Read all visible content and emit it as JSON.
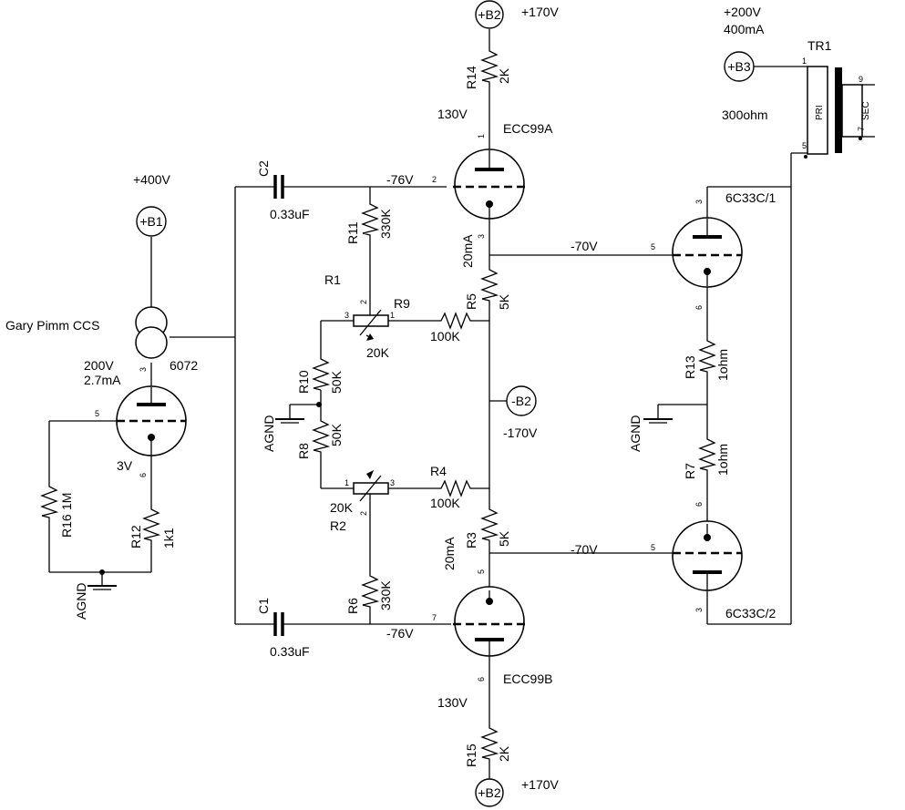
{
  "rails": {
    "b1": {
      "label": "+B1",
      "voltage": "+400V"
    },
    "b2_top": {
      "label": "+B2",
      "voltage": "+170V"
    },
    "b2_bottom": {
      "label": "+B2",
      "voltage": "+170V"
    },
    "b3": {
      "label": "+B3",
      "voltage": "+200V",
      "current": "400mA"
    },
    "neg_b2": {
      "label": "-B2",
      "voltage": "-170V"
    }
  },
  "tubes": {
    "ecc99a": {
      "name": "ECC99A",
      "pin_grid": "2",
      "pin_plate": "1",
      "pin_cathode": "3"
    },
    "ecc99b": {
      "name": "ECC99B",
      "pin_grid": "7",
      "pin_plate": "6",
      "pin_cathode": "5"
    },
    "c1": {
      "name": "6C33C/1",
      "pin_grid": "5",
      "pin_plate": "3",
      "pin_cathode": "6"
    },
    "c2": {
      "name": "6C33C/2",
      "pin_grid": "5",
      "pin_plate": "3",
      "pin_cathode": "6"
    },
    "t6072": {
      "name": "6072",
      "pin_grid": "5",
      "pin_plate": "3",
      "pin_cathode": "6"
    }
  },
  "ccs": {
    "name": "Gary Pimm CCS",
    "voltage": "200V",
    "current": "2.7mA"
  },
  "transformer": {
    "name": "TR1",
    "primary": "PRI",
    "secondary": "SEC",
    "impedance": "300ohm",
    "pin1": "1",
    "pin5": "5",
    "pin9": "9",
    "pin7": "7"
  },
  "resistors": {
    "r14": {
      "ref": "R14",
      "value": "2K"
    },
    "r15": {
      "ref": "R15",
      "value": "2K"
    },
    "r11": {
      "ref": "R11",
      "value": "330K"
    },
    "r6": {
      "ref": "R6",
      "value": "330K"
    },
    "r5": {
      "ref": "R5",
      "value": "5K"
    },
    "r3": {
      "ref": "R3",
      "value": "5K"
    },
    "r9": {
      "ref": "R9",
      "value": "100K"
    },
    "r4": {
      "ref": "R4",
      "value": "100K"
    },
    "r10": {
      "ref": "R10",
      "value": "50K"
    },
    "r8": {
      "ref": "R8",
      "value": "50K"
    },
    "r13": {
      "ref": "R13",
      "value": "1ohm"
    },
    "r7": {
      "ref": "R7",
      "value": "1ohm"
    },
    "r16": {
      "ref": "R16",
      "value": "1M"
    },
    "r12": {
      "ref": "R12",
      "value": "1k1"
    }
  },
  "pots": {
    "r1": {
      "ref": "R1",
      "value": "20K",
      "pin1": "1",
      "pin2": "2",
      "pin3": "3"
    },
    "r2": {
      "ref": "R2",
      "value": "20K",
      "pin1": "1",
      "pin2": "2",
      "pin3": "3"
    }
  },
  "capacitors": {
    "c2": {
      "ref": "C2",
      "value": "0.33uF"
    },
    "c1": {
      "ref": "C1",
      "value": "0.33uF"
    }
  },
  "voltages": {
    "ecc99a_plate": "130V",
    "ecc99b_plate": "130V",
    "ecc99a_grid": "-76V",
    "ecc99b_grid": "-76V",
    "out_top": "-70V",
    "out_bottom": "-70V",
    "cathode_6072": "3V",
    "current_top": "20mA",
    "current_bottom": "20mA"
  },
  "grounds": {
    "label": "AGND"
  }
}
